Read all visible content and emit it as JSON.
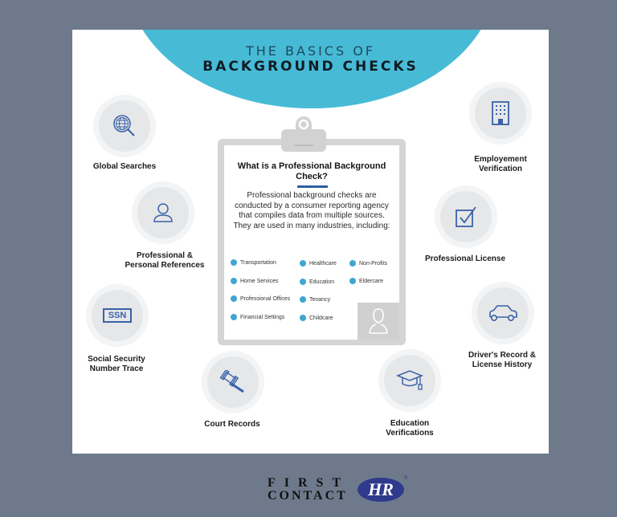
{
  "header": {
    "title_line1": "THE BASICS OF",
    "title_line2": "BACKGROUND CHECKS"
  },
  "center_card": {
    "question": "What is a Professional Background Check?",
    "body": "Professional background checks are conducted by a consumer reporting agency that compiles data from multiple sources. They are used in many industries, including:",
    "industries": [
      "Transportation",
      "Home Services",
      "Professional Offices",
      "Financial Settings",
      "Healthcare",
      "Education",
      "Tenancy",
      "Childcare",
      "Non-Profits",
      "Eldercare"
    ]
  },
  "check_types": [
    {
      "label": "Global Searches",
      "icon": "globe-search-icon"
    },
    {
      "label": "Professional & Personal References",
      "icon": "person-icon"
    },
    {
      "label": "Social Security Number Trace",
      "icon": "ssn-card-icon",
      "icon_text": "SSN"
    },
    {
      "label": "Court Records",
      "icon": "gavel-icon"
    },
    {
      "label": "Employement Verification",
      "icon": "office-building-icon"
    },
    {
      "label": "Professional License",
      "icon": "checkbox-icon"
    },
    {
      "label": "Driver's Record & License History",
      "icon": "car-icon"
    },
    {
      "label": "Education Verifications",
      "icon": "graduation-cap-icon"
    }
  ],
  "footer": {
    "logo_line1": "FIRST",
    "logo_line2": "CONTACT",
    "logo_badge": "HR",
    "logo_reg": "®"
  },
  "colors": {
    "background": "#6e7a8c",
    "dome": "#47bbd6",
    "icon_stroke": "#3a62a8",
    "check_blue": "#3fa6d1",
    "logo_blue": "#2e3a8c"
  }
}
